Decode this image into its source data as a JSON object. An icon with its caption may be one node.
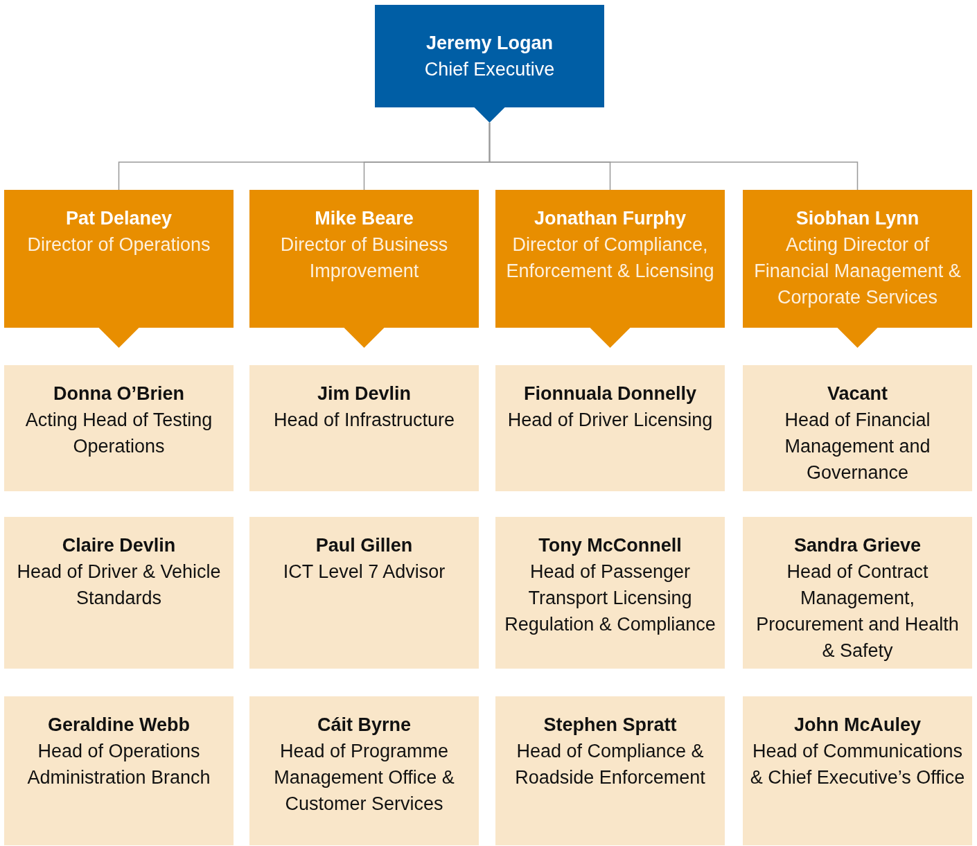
{
  "diagram": {
    "nodes": [
      {
        "text": [
          "Jeremy Logan",
          "Chief Executive"
        ]
      },
      {
        "text": [
          "Pat Delaney",
          "Director of Operations"
        ]
      },
      {
        "text": [
          "Mike Beare",
          "Director of Business Improvement"
        ]
      },
      {
        "text": [
          "Jonathan Furphy",
          "Director of Compliance, Enforcement & Licensing"
        ]
      },
      {
        "text": [
          "Siobhan Lynn",
          "Acting Director of Financial Management & Corporate Services"
        ]
      },
      {
        "text": [
          "Donna O’Brien",
          "Acting Head of Testing Operations"
        ]
      },
      {
        "text": [
          "Jim Devlin",
          "Head of Infrastructure"
        ]
      },
      {
        "text": [
          "Fionnuala Donnelly",
          "Head of Driver Licensing"
        ]
      },
      {
        "text": [
          "Vacant",
          "Head of Financial Management and Governance"
        ]
      },
      {
        "text": [
          "Claire Devlin",
          "Head of Driver & Vehicle Standards"
        ]
      },
      {
        "text": [
          "Paul Gillen",
          "ICT Level 7 Advisor"
        ]
      },
      {
        "text": [
          "Tony McConnell",
          "Head of Passenger Transport Licensing Regulation & Compliance"
        ]
      },
      {
        "text": [
          "Sandra Grieve",
          "Head of Contract Management, Procurement and Health & Safety"
        ]
      },
      {
        "text": [
          "Geraldine Webb",
          "Head of Operations Administration Branch"
        ]
      },
      {
        "text": [
          "Cáit Byrne",
          "Head of Programme Management Office & Customer Services"
        ]
      },
      {
        "text": [
          "Stephen Spratt",
          "Head of Compliance & Roadside Enforcement"
        ]
      },
      {
        "text": [
          "John McAuley",
          "Head of Communications & Chief Executive’s Office"
        ]
      }
    ],
    "edges": [
      {
        "from": 0,
        "to": 1,
        "arrow": "none"
      },
      {
        "from": 0,
        "to": 2,
        "arrow": "none"
      },
      {
        "from": 0,
        "to": 3,
        "arrow": "none"
      },
      {
        "from": 0,
        "to": 4,
        "arrow": "none"
      }
    ]
  }
}
